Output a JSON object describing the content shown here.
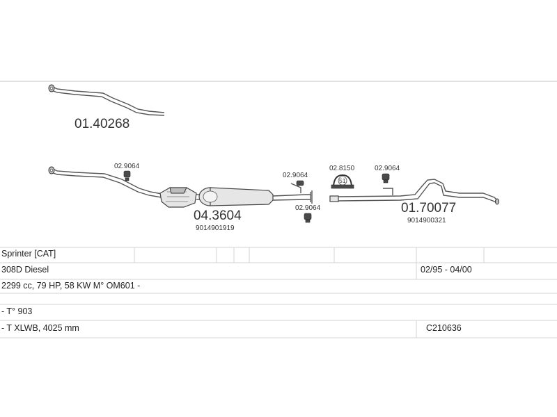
{
  "parts": {
    "front_pipe": {
      "number": "01.40268"
    },
    "catalyst_hanger": {
      "number": "02.9064"
    },
    "middle_silencer": {
      "number": "04.3604",
      "oe_number": "9014901919"
    },
    "hanger_upper": {
      "number": "02.9064"
    },
    "hanger_lower": {
      "number": "02.9064"
    },
    "clamp": {
      "number": "02.8150",
      "size": "51"
    },
    "rear_hanger": {
      "number": "02.9064"
    },
    "tail_pipe": {
      "number": "01.70077",
      "oe_number": "9014900321"
    }
  },
  "vehicle_table": {
    "model": "Sprinter  [CAT]",
    "engine": "308D Diesel",
    "years": "02/95 - 04/00",
    "spec": "2299 cc, 79 HP, 58 KW M° OM601 -",
    "type": "- T° 903",
    "wheelbase": "- T XLWB, 4025 mm",
    "code": "C210636"
  }
}
